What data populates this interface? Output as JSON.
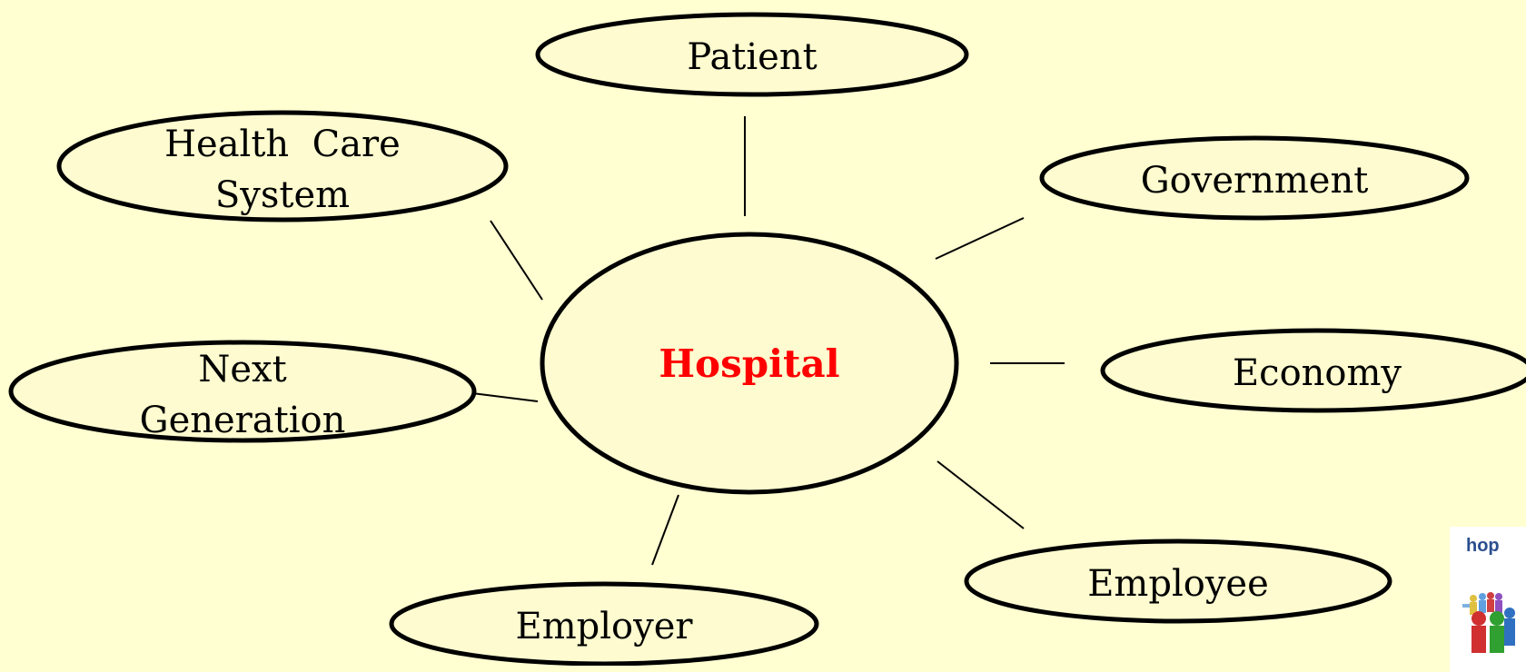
{
  "diagram": {
    "center": {
      "label": "Hospital",
      "color": "#ff0000"
    },
    "nodes": [
      {
        "id": "patient",
        "lines": [
          "Patient"
        ]
      },
      {
        "id": "health-care-system",
        "lines": [
          "Health  Care",
          "System"
        ]
      },
      {
        "id": "government",
        "lines": [
          "Government"
        ]
      },
      {
        "id": "economy",
        "lines": [
          "Economy"
        ]
      },
      {
        "id": "next-generation",
        "lines": [
          "Next",
          "Generation"
        ]
      },
      {
        "id": "employee",
        "lines": [
          "Employee"
        ]
      },
      {
        "id": "employer",
        "lines": [
          "Employer"
        ]
      }
    ]
  },
  "thumbnail": {
    "text": "hop"
  },
  "colors": {
    "background": "#ffffd1",
    "node_fill": "#fdfbcf",
    "stroke": "#000000"
  }
}
